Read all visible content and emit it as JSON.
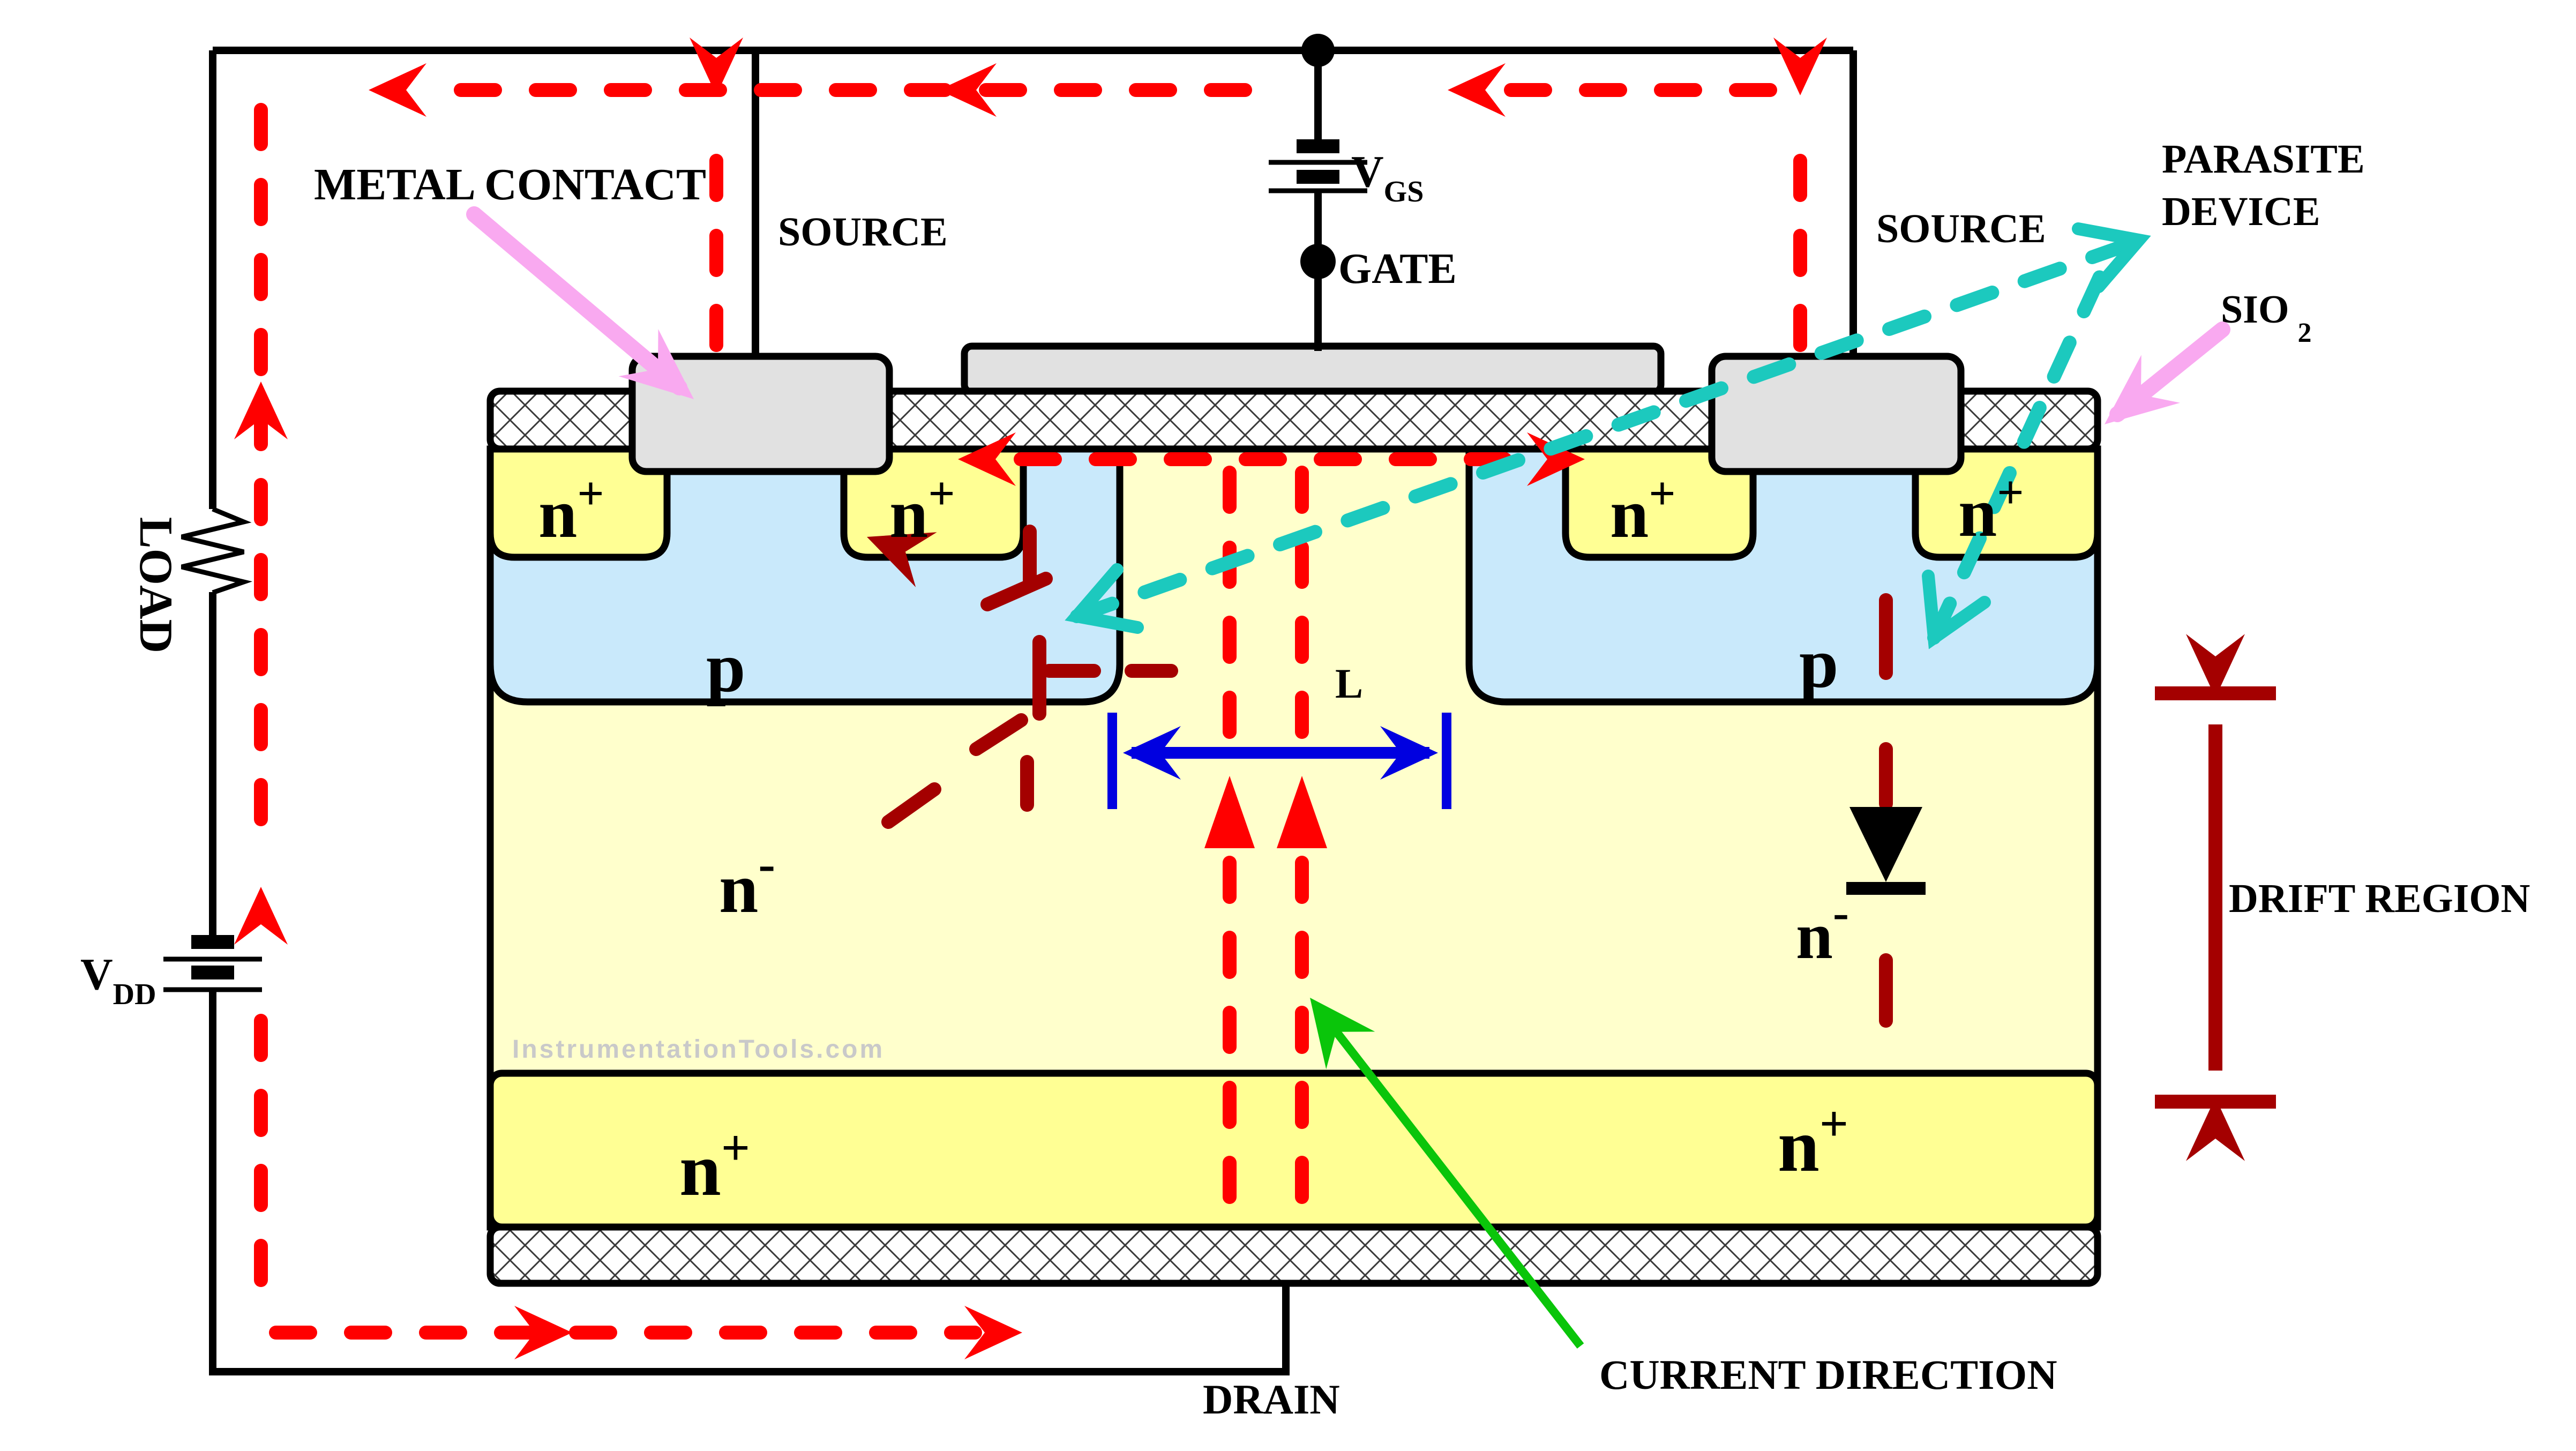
{
  "colors": {
    "wire_black": "#000000",
    "current_red": "#ff0000",
    "parasitic_dark_red": "#a40000",
    "cyan_pointer": "#1cc9be",
    "pink_pointer": "#f9a9f0",
    "green_pointer": "#0ac50a",
    "channel_blue": "#0000e0",
    "p_region_blue": "#c9e9fb",
    "n_plus_yellow": "#ffff94",
    "n_minus_pale_yellow": "#ffffcc",
    "metal_gray": "#e1e1e1",
    "watermark_gray": "#c9c9c9"
  },
  "circuit": {
    "vgs_label": {
      "base": "V",
      "sub": "GS"
    },
    "vdd_label": {
      "base": "V",
      "sub": "DD"
    },
    "gate_label": "GATE",
    "load_label": "LOAD",
    "drain_label": "DRAIN",
    "source_left_label": "SOURCE",
    "source_right_label": "SOURCE"
  },
  "device": {
    "metal_contact_label": "METAL CONTACT",
    "sio2_label": {
      "base": "SIO",
      "sub": "2"
    },
    "n_plus": {
      "base": "n",
      "sup": "+"
    },
    "n_minus": {
      "base": "n",
      "sup": "-"
    },
    "p_label": "p",
    "channel_length_label": "L"
  },
  "annotations": {
    "parasite_device_line1": "PARASITE",
    "parasite_device_line2": "DEVICE",
    "drift_region_label": "DRIFT REGION",
    "current_direction_label": "CURRENT DIRECTION",
    "watermark": "InstrumentationTools.com"
  }
}
